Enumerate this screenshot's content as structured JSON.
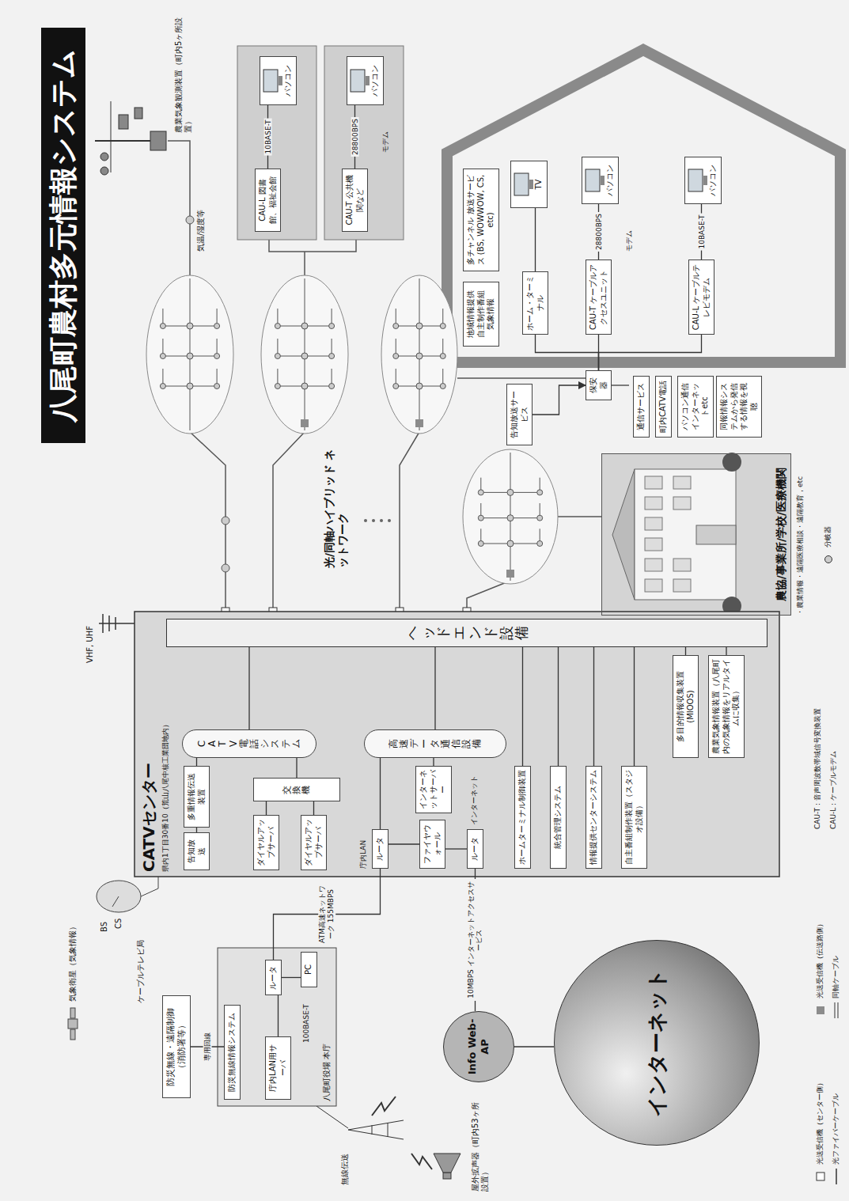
{
  "diagram": {
    "title": "八尾町農村多元情報システム",
    "nodes": [
      {
        "text": [
          "八尾町役場 本庁"
        ]
      },
      {
        "text": [
          "防災無線・遠隔制御（消防署等）"
        ]
      },
      {
        "text": [
          "防災無線情報システム"
        ],
        "in": 0
      },
      {
        "text": [
          "庁内LAN用サーバ"
        ],
        "in": 0
      },
      {
        "text": [
          "ルータ"
        ],
        "in": 0
      },
      {
        "text": [
          "PC"
        ],
        "in": 0
      },
      {
        "text": [
          "Info Web-AP"
        ]
      },
      {
        "text": [
          "インターネット"
        ]
      },
      {
        "text": [
          "CATVセンター",
          "県内1丁目30番10（荒山八尾中核工業団地内）"
        ]
      },
      {
        "text": [
          "ヘッドエンド設備"
        ],
        "in": 8
      },
      {
        "text": [
          "CATV電話システム"
        ],
        "in": 8
      },
      {
        "text": [
          "高速データ通信設備"
        ],
        "in": 8
      },
      {
        "text": [
          "多重情報伝送装置"
        ],
        "in": 8
      },
      {
        "text": [
          "告知放送"
        ],
        "in": 8
      },
      {
        "text": [
          "ダイヤルアップサーバ"
        ],
        "in": 8
      },
      {
        "text": [
          "ダイヤルアップサーバ"
        ],
        "in": 8
      },
      {
        "text": [
          "交換機"
        ],
        "in": 8
      },
      {
        "text": [
          "インターネットサーバー"
        ],
        "in": 8
      },
      {
        "text": [
          "ルータ"
        ],
        "in": 8
      },
      {
        "text": [
          "ファイヤウォール"
        ],
        "in": 8
      },
      {
        "text": [
          "ルータ"
        ],
        "in": 8
      },
      {
        "text": [
          "ホームターミナル制御装置"
        ],
        "in": 8
      },
      {
        "text": [
          "統合管理システム"
        ],
        "in": 8
      },
      {
        "text": [
          "情報提供センターシステム"
        ],
        "in": 8
      },
      {
        "text": [
          "自主番組制作装置（スタジオ設備）"
        ],
        "in": 8
      },
      {
        "text": [
          "多目的情報収集装置(MIOOS)"
        ],
        "in": 8
      },
      {
        "text": [
          "農業気象情報装置（八尾町内の気象情報をリアルタイムに収集）"
        ],
        "in": 8
      },
      {
        "text": [
          "CAU-L 図書館、福祉会館"
        ]
      },
      {
        "text": [
          "パソコン"
        ]
      },
      {
        "text": [
          "CAU-T 公共機関など"
        ]
      },
      {
        "text": [
          "パソコン"
        ]
      },
      {
        "text": [
          "ホーム・ターミナル"
        ]
      },
      {
        "text": [
          "TV"
        ]
      },
      {
        "text": [
          "CAU-T ケーブルアクセスユニット"
        ]
      },
      {
        "text": [
          "パソコン"
        ]
      },
      {
        "text": [
          "CAU-L ケーブルテレビモデム"
        ]
      },
      {
        "text": [
          "パソコン"
        ]
      },
      {
        "text": [
          "多チャンネル 放送サービス (BS, WOWWOW, CS, etc)"
        ]
      },
      {
        "text": [
          "地域情報提供 自主制作番組 気象情報"
        ]
      },
      {
        "text": [
          "通信サービス"
        ]
      },
      {
        "text": [
          "町内CATV電話"
        ]
      },
      {
        "text": [
          "パソコン通信 インターネットetc"
        ]
      },
      {
        "text": [
          "同報情報システムから発信する情報を視聴"
        ]
      },
      {
        "text": [
          "保安器"
        ]
      },
      {
        "text": [
          "告知放送サービス"
        ]
      },
      {
        "text": [
          "農協/事業所/学校/医療機関"
        ]
      }
    ],
    "edges": [
      {
        "from": 1,
        "to": 2,
        "arrow": "none",
        "label": "専用回線"
      },
      {
        "from": 3,
        "to": 4,
        "arrow": "none"
      },
      {
        "from": 4,
        "to": 5,
        "arrow": "none"
      },
      {
        "from": 4,
        "to": 18,
        "arrow": "none",
        "label": "ATM高速ネットワーク 155MBPS"
      },
      {
        "from": 20,
        "to": 6,
        "arrow": "none",
        "label": "10MBPS インターネットアクセスサービス"
      },
      {
        "from": 6,
        "to": 7,
        "arrow": "none"
      },
      {
        "from": 13,
        "to": 12,
        "arrow": "none"
      },
      {
        "from": 12,
        "to": 10,
        "arrow": "none"
      },
      {
        "from": 14,
        "to": 16,
        "arrow": "none"
      },
      {
        "from": 15,
        "to": 16,
        "arrow": "none"
      },
      {
        "from": 16,
        "to": 10,
        "arrow": "none"
      },
      {
        "from": 10,
        "to": 9,
        "arrow": "none"
      },
      {
        "from": 18,
        "to": 11,
        "arrow": "none"
      },
      {
        "from": 17,
        "to": 11,
        "arrow": "none"
      },
      {
        "from": 19,
        "to": 18,
        "arrow": "none"
      },
      {
        "from": 20,
        "to": 19,
        "arrow": "none"
      },
      {
        "from": 11,
        "to": 9,
        "arrow": "none"
      },
      {
        "from": 21,
        "to": 9,
        "arrow": "none"
      },
      {
        "from": 22,
        "to": 9,
        "arrow": "none"
      },
      {
        "from": 23,
        "to": 9,
        "arrow": "none"
      },
      {
        "from": 24,
        "to": 9,
        "arrow": "none"
      },
      {
        "from": 25,
        "to": 9,
        "arrow": "none"
      },
      {
        "from": 26,
        "to": 9,
        "arrow": "none"
      },
      {
        "from": 27,
        "to": 28,
        "arrow": "none",
        "label": "10BASE-T"
      },
      {
        "from": 29,
        "to": 30,
        "arrow": "none",
        "label": "28800BPS"
      },
      {
        "from": 43,
        "to": 31,
        "arrow": "none"
      },
      {
        "from": 43,
        "to": 33,
        "arrow": "none"
      },
      {
        "from": 43,
        "to": 35,
        "arrow": "none"
      },
      {
        "from": 31,
        "to": 32,
        "arrow": "none"
      },
      {
        "from": 33,
        "to": 34,
        "arrow": "none",
        "label": "28800BPS"
      },
      {
        "from": 35,
        "to": 36,
        "arrow": "none",
        "label": "10BASE-T"
      },
      {
        "from": 44,
        "to": 43,
        "arrow": "to"
      }
    ],
    "labels": [
      "気象衛星（気象情報）",
      "BS",
      "CS",
      "ケーブルテレビ局",
      "VHF, UHF",
      "100BASE-T",
      "無線伝送",
      "屋外拡声器（町内53ヶ所設置）",
      "庁内LAN",
      "インターネット",
      "光/同軸ハイブリッド ネットワーク",
      "農業気象観測装置（町内5ヶ所設置）",
      "気温/湿度等",
      "モデム",
      "モデム",
      "・農業情報・遠隔医療相談・遠隔教育，etc",
      "CAU-T：音声周波数帯域信号変換装置",
      "CAU-L：ケーブルモデム"
    ],
    "legend": [
      {
        "text": "光送受信機（センター側）"
      },
      {
        "text": "光送受信機（伝送路側）",
        "color": "#8c8c8c"
      },
      {
        "text": "光ファイバーケーブル"
      },
      {
        "text": "同軸ケーブル"
      },
      {
        "text": "分岐器"
      }
    ]
  }
}
